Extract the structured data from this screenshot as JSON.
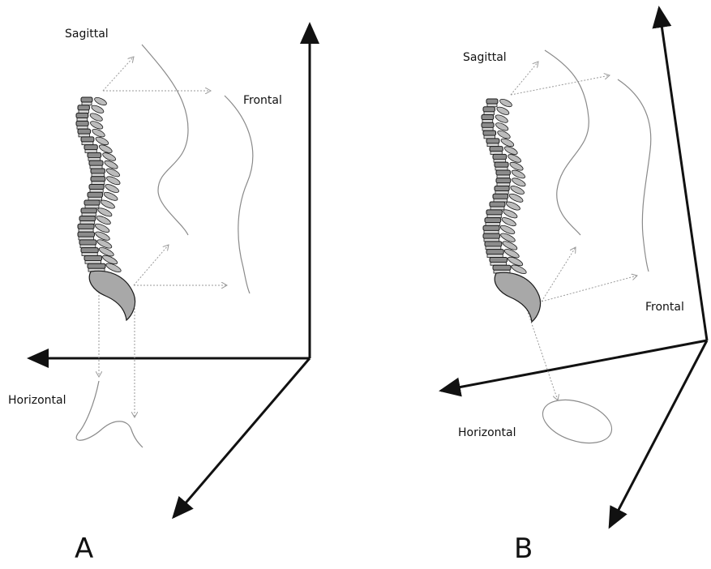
{
  "panels": [
    {
      "id": "A",
      "label": "A",
      "planes": {
        "sagittal": "Sagittal",
        "frontal": "Frontal",
        "horizontal": "Horizontal"
      }
    },
    {
      "id": "B",
      "label": "B",
      "planes": {
        "sagittal": "Sagittal",
        "frontal": "Frontal",
        "horizontal": "Horizontal"
      }
    }
  ],
  "colors": {
    "axis": "#111111",
    "curve": "#8a8a8a",
    "projection": "#9a9a9a",
    "vertebra": "#8c8c8c"
  }
}
